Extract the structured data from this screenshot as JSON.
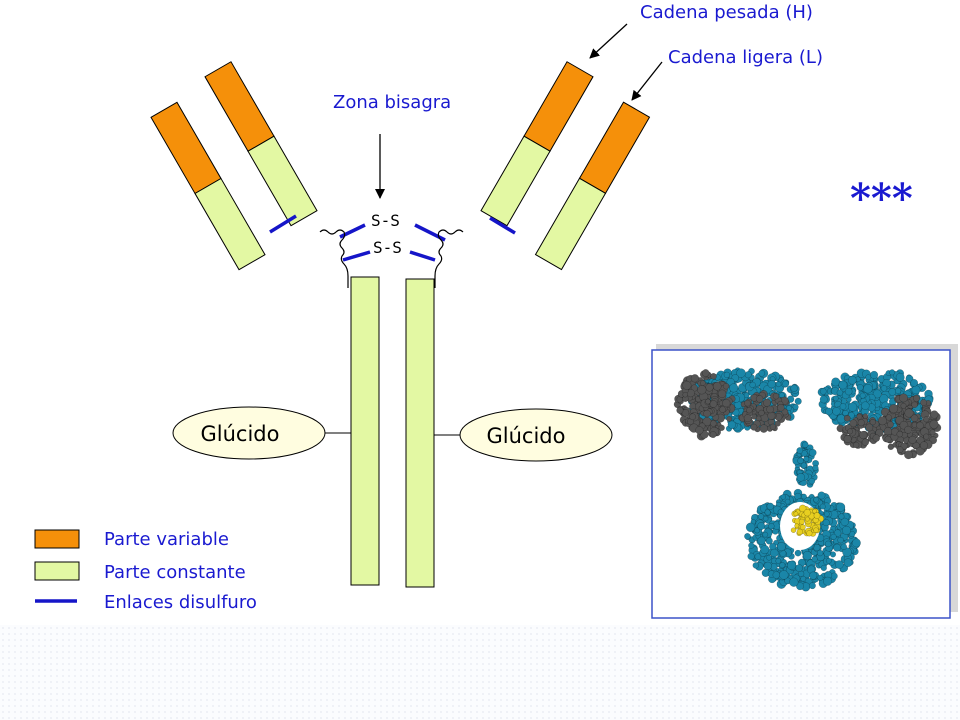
{
  "labels": {
    "heavy_chain": "Cadena pesada (H)",
    "light_chain": "Cadena ligera (L)",
    "hinge": "Zona bisagra",
    "ss_bond_1": "S-S",
    "ss_bond_2": "S-S",
    "glycan_left": "Glúcido",
    "glycan_right": "Glúcido",
    "stars": "***"
  },
  "legend": [
    {
      "label": "Parte variable",
      "color": "#f5900a"
    },
    {
      "label": "Parte constante",
      "color": "#e3f8a3"
    },
    {
      "label": "Enlaces disulfuro",
      "color": "#1515c8"
    }
  ],
  "colors": {
    "variable": "#f5900a",
    "constant": "#e3f8a3",
    "disulfide": "#1515c8",
    "text_blue": "#1a1ad0",
    "protein_heavy": "#1a86a8",
    "protein_light": "#555555",
    "protein_ligand": "#e8cf20"
  }
}
